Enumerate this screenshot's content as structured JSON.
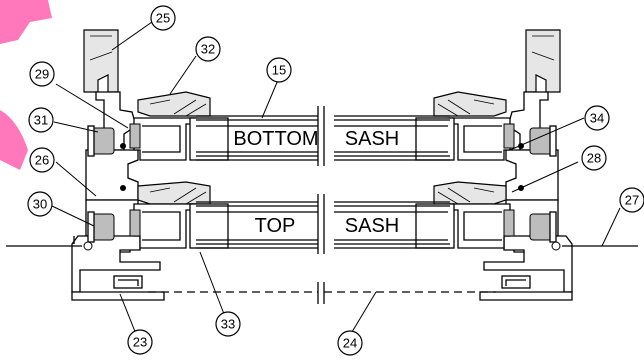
{
  "glass_labels": {
    "bottom_left": "BOTTOM",
    "bottom_right": "SASH",
    "top_left": "TOP",
    "top_right": "SASH"
  },
  "callouts": {
    "c25": "25",
    "c32": "32",
    "c15": "15",
    "c29": "29",
    "c31": "31",
    "c26": "26",
    "c30": "30",
    "c34": "34",
    "c28": "28",
    "c27": "27",
    "c23": "23",
    "c33": "33",
    "c24": "24"
  },
  "colors": {
    "line": "#000000",
    "weatherstrip_fill": "#bdbdbd",
    "watermark": "#ff69b4"
  }
}
